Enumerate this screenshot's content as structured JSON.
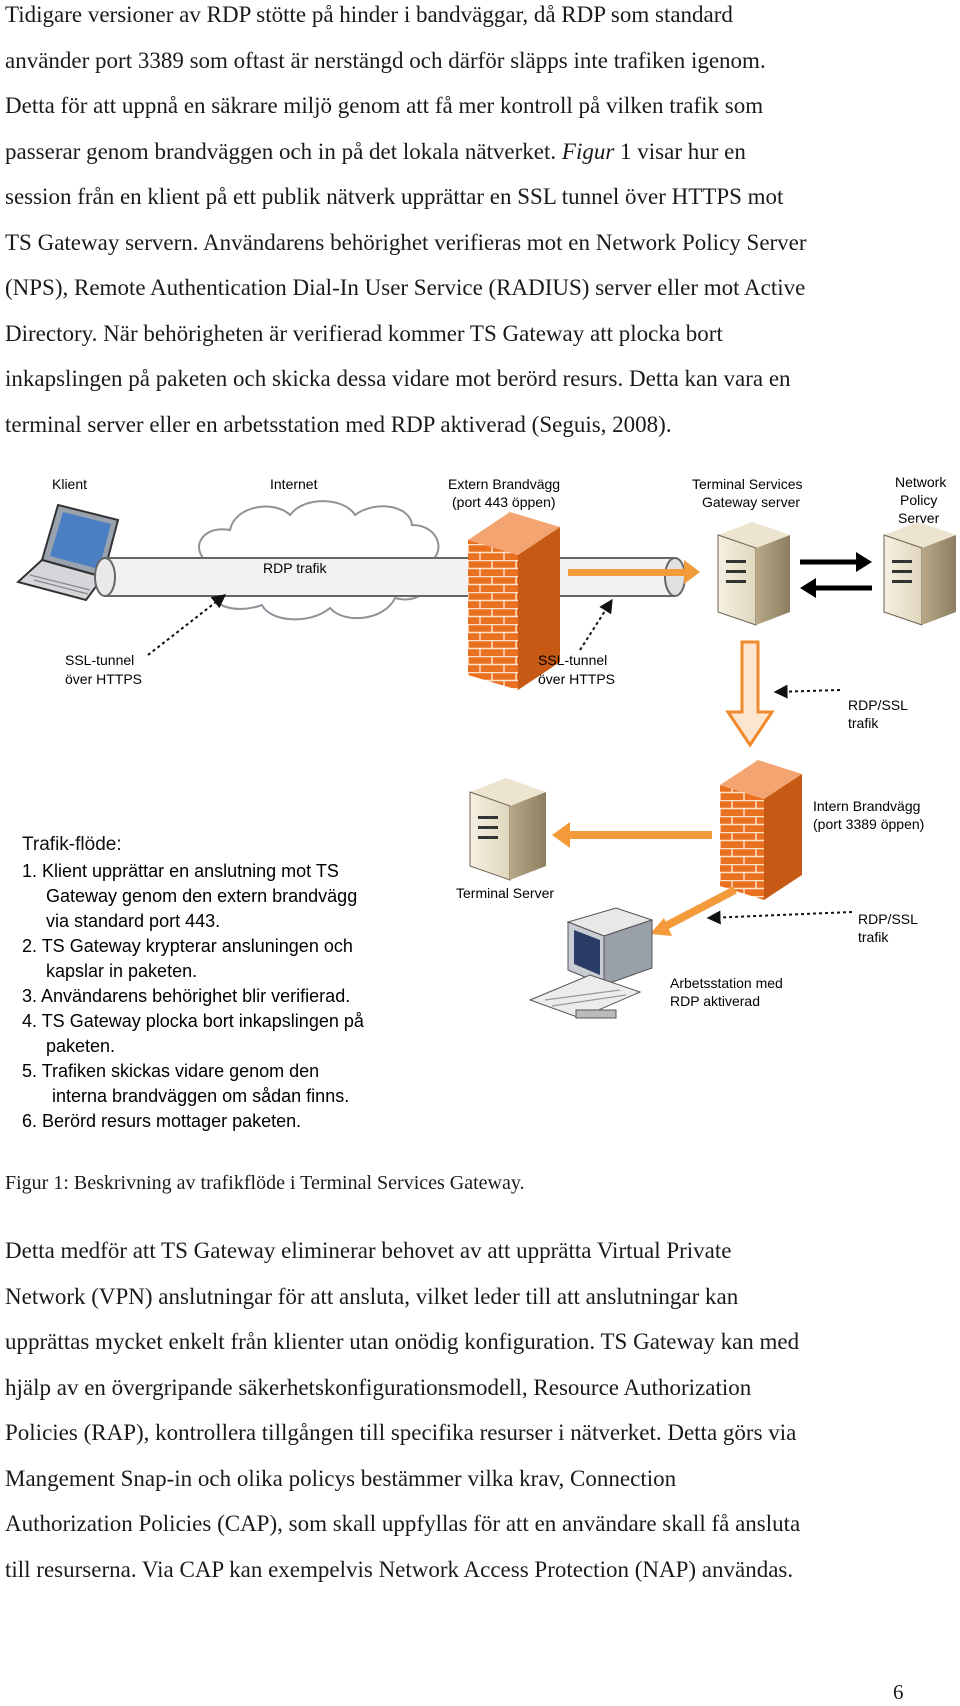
{
  "para1": [
    "Tidigare versioner av RDP stötte på hinder i bandväggar, då RDP som standard",
    "använder port 3389 som oftast är nerstängd och därför släpps inte trafiken igenom.",
    "Detta för att uppnå en säkrare miljö genom att få mer kontroll på vilken trafik som",
    "passerar genom brandväggen och in på det lokala nätverket.",
    "session från en klient på ett publik nätverk upprättar en SSL tunnel över HTTPS mot",
    "TS Gateway servern. Användarens behörighet verifieras mot en Network Policy Server",
    "(NPS), Remote Authentication Dial-In User Service (RADIUS) server eller mot Active",
    "Directory. När behörigheten är verifierad kommer TS Gateway att plocka bort",
    "inkapslingen på paketen och skicka dessa vidare mot berörd resurs. Detta kan vara en",
    "terminal server eller en arbetsstation med RDP aktiverad (Seguis, 2008)."
  ],
  "para1_line4_ref": "Figur",
  "para1_line4_tail": " 1 visar hur en",
  "diagram": {
    "klient": "Klient",
    "internet": "Internet",
    "extern_fw": [
      "Extern Brandvägg",
      "(port 443 öppen)"
    ],
    "tsgw": [
      "Terminal Services",
      "Gateway server"
    ],
    "nps": [
      "Network",
      "Policy",
      "Server"
    ],
    "rdp_trafik": "RDP trafik",
    "ssl1": [
      "SSL-tunnel",
      "över HTTPS"
    ],
    "ssl2": [
      "SSL-tunnel",
      "över HTTPS"
    ],
    "rdpssl1": [
      "RDP/SSL",
      "trafik"
    ],
    "intern_fw": [
      "Intern Brandvägg",
      "(port 3389 öppen)"
    ],
    "terminal_server": "Terminal Server",
    "rdpssl2": [
      "RDP/SSL",
      "trafik"
    ],
    "arbetsstation": [
      "Arbetsstation med",
      "RDP aktiverad"
    ],
    "flow_title": "Trafik-flöde:",
    "flow_lines": [
      "1. Klient upprättar en anslutning mot TS",
      "Gateway genom den extern brandvägg",
      "via standard port 443.",
      "2. TS Gateway krypterar ansluningen och",
      "kapslar in paketen.",
      "3. Användarens behörighet blir verifierad.",
      "4. TS Gateway plocka bort inkapslingen på",
      "paketen.",
      "5. Trafiken skickas vidare genom den",
      "interna brandväggen om sådan finns.",
      "6. Berörd resurs mottager paketen."
    ]
  },
  "caption": "Figur 1: Beskrivning av trafikflöde i Terminal Services Gateway.",
  "para2": [
    "Detta medför att TS Gateway eliminerar behovet av att upprätta Virtual Private",
    "Network (VPN) anslutningar för att ansluta, vilket leder till att anslutningar kan",
    "upprättas mycket enkelt från klienter utan onödig konfiguration. TS Gateway kan med",
    "hjälp av en övergripande säkerhetskonfigurationsmodell, Resource Authorization",
    "Policies (RAP), kontrollera tillgången till specifika resurser i nätverket. Detta görs via",
    "Mangement Snap-in och olika policys bestämmer vilka krav, Connection",
    "Authorization Policies (CAP), som skall uppfyllas för att en användare skall få ansluta",
    "till resurserna. Via CAP kan exempelvis Network Access Protection (NAP) användas."
  ],
  "page_number": "6",
  "colors": {
    "text": "#1a1a1a",
    "firewall": "#e8701e",
    "arrow": "#f39a3a"
  }
}
